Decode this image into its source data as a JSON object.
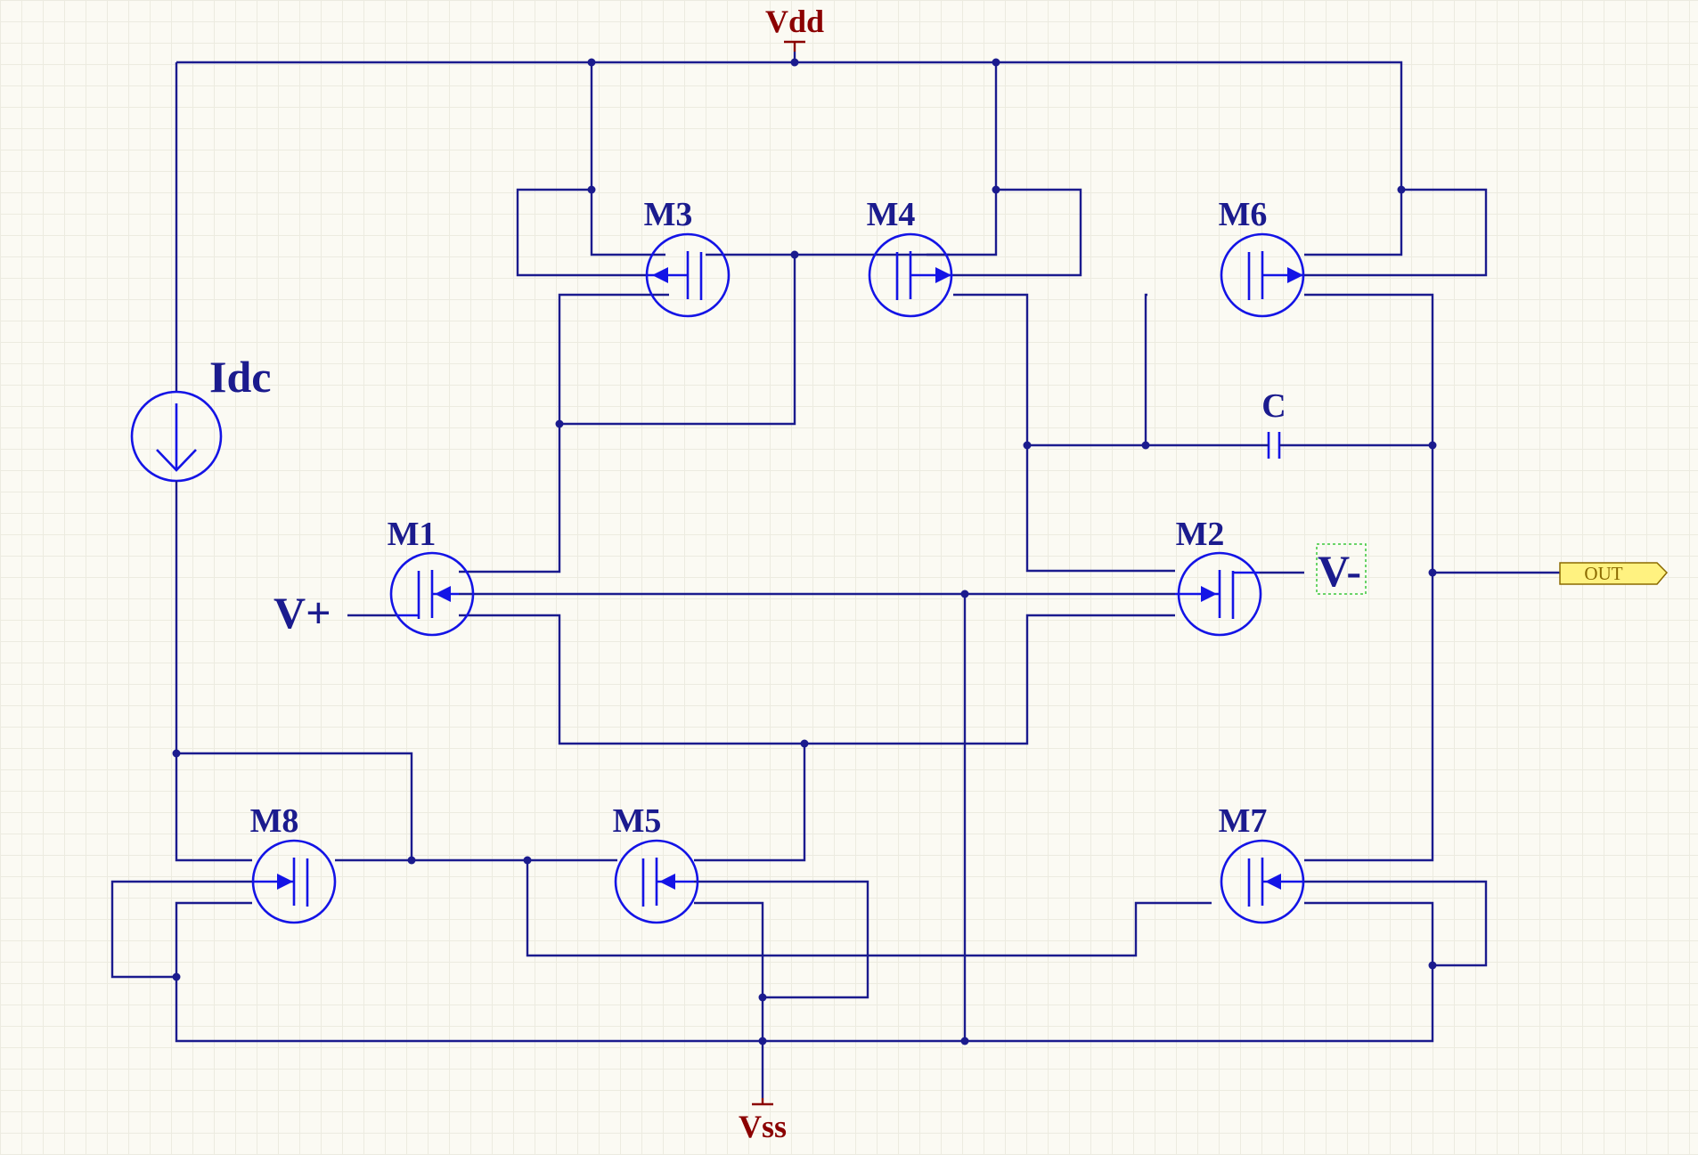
{
  "power": {
    "vdd": "Vdd",
    "vss": "Vss"
  },
  "source": {
    "label": "Idc"
  },
  "transistors": {
    "m1": "M1",
    "m2": "M2",
    "m3": "M3",
    "m4": "M4",
    "m5": "M5",
    "m6": "M6",
    "m7": "M7",
    "m8": "M8"
  },
  "capacitor": {
    "label": "C"
  },
  "inputs": {
    "plus": "V+",
    "minus": "V-"
  },
  "output_port": {
    "label": "OUT"
  },
  "colors": {
    "wire": "#1b1b8e",
    "symbol": "#1414e6",
    "power": "#8b0000",
    "port_fill": "#fff280",
    "grid": "#ecebe0"
  }
}
